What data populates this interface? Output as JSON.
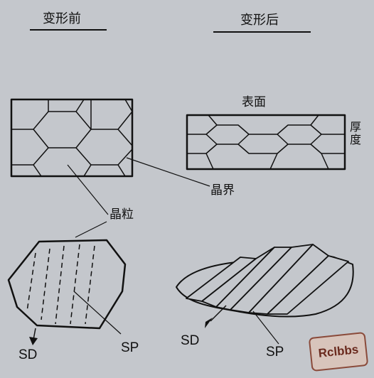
{
  "panels": {
    "before_title": "变形前",
    "after_title": "变形后"
  },
  "labels": {
    "surface": "表面",
    "thickness": "厚度",
    "grain_boundary": "晶界",
    "grain": "晶粒",
    "sd_left": "SD",
    "sp_left": "SP",
    "sd_right": "SD",
    "sp_right": "SP"
  },
  "watermark": {
    "text": "Rclbbs"
  },
  "colors": {
    "background": "#c4c7cc",
    "ink": "#111111",
    "stamp": "#8a4a3a"
  }
}
